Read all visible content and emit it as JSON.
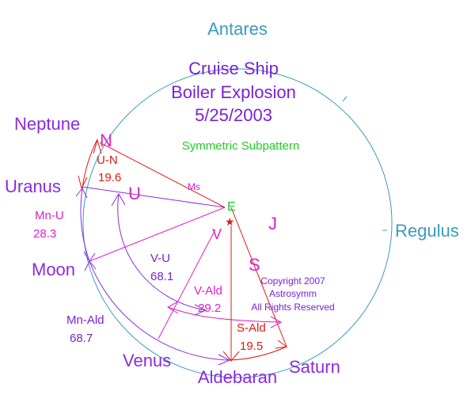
{
  "title_lines": [
    "Cruise Ship",
    "Boiler Explosion",
    "5/25/2003"
  ],
  "subtitle": "Symmetric Subpattern",
  "copyright_lines": [
    "Copyright 2007",
    "Astrosymm",
    "All Rights Reserved"
  ],
  "stars": {
    "antares": "Antares",
    "regulus": "Regulus",
    "aldebaran": "Aldebaran"
  },
  "planets": {
    "neptune": "Neptune",
    "uranus": "Uranus",
    "moon": "Moon",
    "venus": "Venus",
    "saturn": "Saturn"
  },
  "glyphs": {
    "n": "N",
    "u": "U",
    "v": "V",
    "s": "S",
    "j": "J",
    "e": "E",
    "ms": "Ms"
  },
  "arcs": {
    "un": {
      "label": "U-N",
      "value": "19.6"
    },
    "mnu": {
      "label": "Mn-U",
      "value": "28.3"
    },
    "vu": {
      "label": "V-U",
      "value": "68.1"
    },
    "vald": {
      "label": "V-Ald",
      "value": "29.2"
    },
    "mnald": {
      "label": "Mn-Ald",
      "value": "68.7"
    },
    "sald": {
      "label": "S-Ald",
      "value": "19.5"
    }
  },
  "colors": {
    "circle": "#3a9bbf",
    "star_label": "#3a9bbf",
    "planet": "#8a2be2",
    "magenta": "#e020c8",
    "red": "#e01818",
    "green": "#22cc22",
    "purple_dark": "#7a22d6"
  }
}
